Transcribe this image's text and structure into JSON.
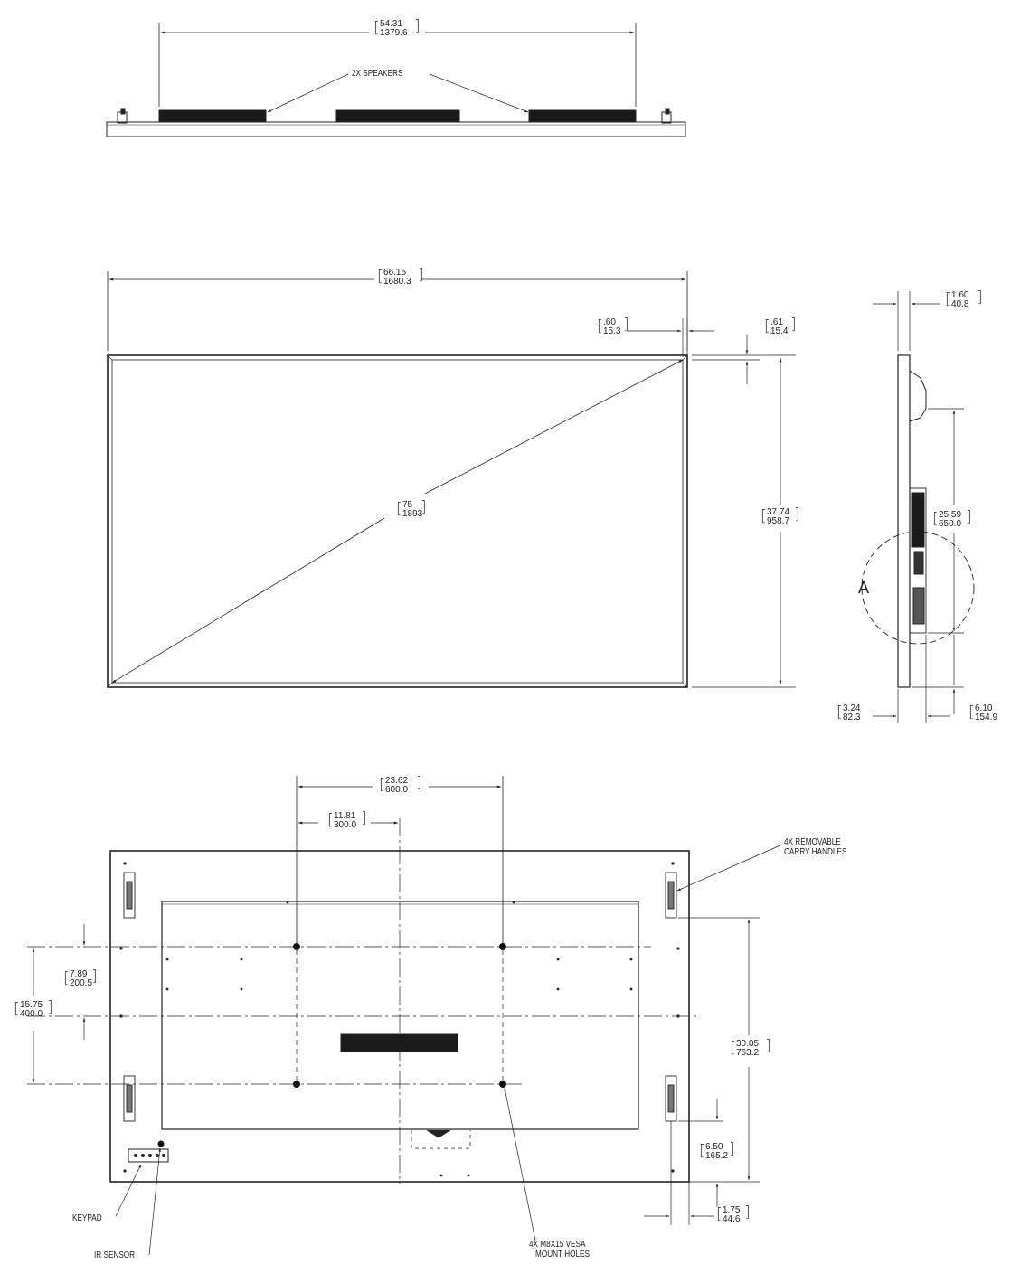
{
  "top_view": {
    "overall_speaker_width": {
      "in": "54.31",
      "mm": "1379.6"
    },
    "speakers_label": "2X SPEAKERS"
  },
  "front_view": {
    "width": {
      "in": "66.15",
      "mm": "1680.3"
    },
    "diagonal": {
      "in": "75",
      "mm": "1893"
    },
    "height": {
      "in": "37.74",
      "mm": "958.7"
    },
    "side_bezel": {
      "in": ".60",
      "mm": "15.3"
    },
    "top_bezel": {
      "in": ".61",
      "mm": "15.4"
    }
  },
  "side_view": {
    "depth": {
      "in": "1.60",
      "mm": "40.8"
    },
    "mount_height": {
      "in": "25.59",
      "mm": "650.0"
    },
    "bottom_depth": {
      "in": "3.24",
      "mm": "82.3"
    },
    "bottom_offset": {
      "in": "6.10",
      "mm": "154.9"
    },
    "detail_label": "A"
  },
  "rear_view": {
    "vesa_horizontal": {
      "in": "23.62",
      "mm": "600.0"
    },
    "vesa_half": {
      "in": "11.81",
      "mm": "300.0"
    },
    "vesa_offset_upper": {
      "in": "7.89",
      "mm": "200.5"
    },
    "vesa_vertical": {
      "in": "15.75",
      "mm": "400.0"
    },
    "handle_spacing": {
      "in": "30.05",
      "mm": "763.2"
    },
    "handle_bottom": {
      "in": "6.50",
      "mm": "165.2"
    },
    "handle_side": {
      "in": "1.75",
      "mm": "44.6"
    },
    "carry_handles_label": [
      "4X REMOVABLE",
      "CARRY HANDLES"
    ],
    "vesa_label": [
      "4X M8X15 VESA",
      "MOUNT HOLES"
    ],
    "keypad_label": "KEYPAD",
    "ir_sensor_label": "IR SENSOR"
  }
}
